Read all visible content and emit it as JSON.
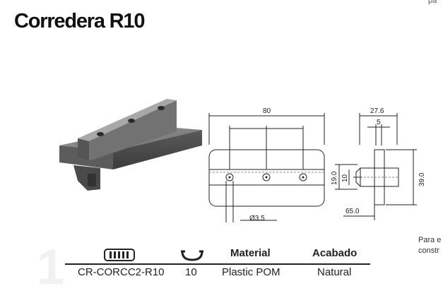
{
  "title": "Corredera R10",
  "corner_text": "pa",
  "side_note": {
    "line1": "Para e",
    "line2": "constr"
  },
  "dimensions": {
    "width": "80",
    "depth": "27.6",
    "slot": "5",
    "height_left": "19.0",
    "inner": "10",
    "height_right": "39.0",
    "angle": "65.0",
    "hole": "Ø3.5"
  },
  "table": {
    "headers": {
      "material": "Material",
      "finish": "Acabado"
    },
    "row": {
      "code": "CR-CORCC2-R10",
      "size": "10",
      "material": "Plastic POM",
      "finish": "Natural"
    }
  }
}
